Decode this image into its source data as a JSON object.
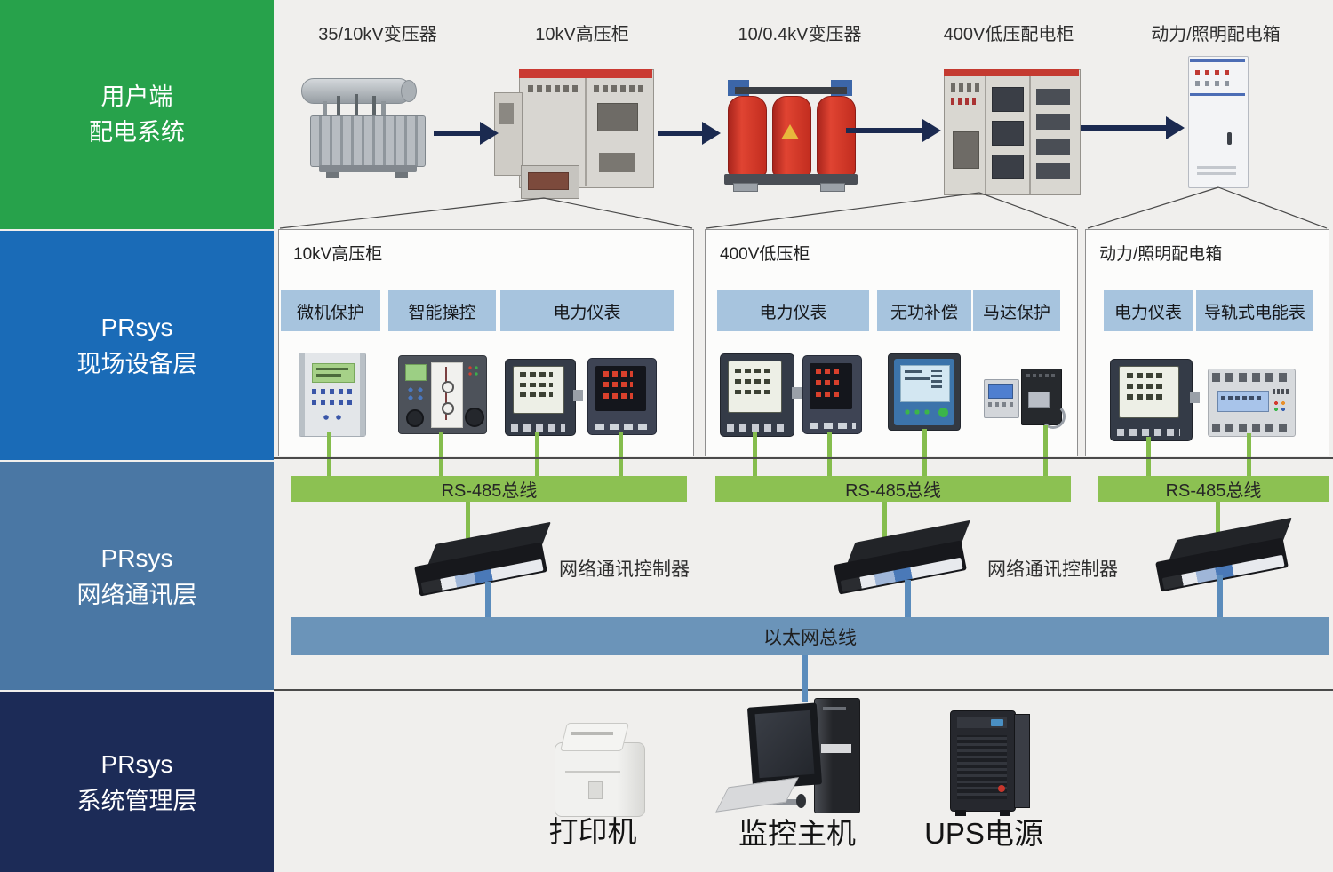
{
  "sidebar": {
    "layers": [
      {
        "line1": "用户端",
        "line2": "配电系统",
        "color": "#27a24b"
      },
      {
        "line1": "PRsys",
        "line2": "现场设备层",
        "color": "#1a6bb7"
      },
      {
        "line1": "PRsys",
        "line2": "网络通讯层",
        "color": "#4a77a4"
      },
      {
        "line1": "PRsys",
        "line2": "系统管理层",
        "color": "#1c2b57"
      }
    ]
  },
  "chain": {
    "items": [
      {
        "label": "35/10kV变压器",
        "image": "oil-transformer-image"
      },
      {
        "label": "10kV高压柜",
        "image": "hv-switchgear-image"
      },
      {
        "label": "10/0.4kV变压器",
        "image": "dry-transformer-image"
      },
      {
        "label": "400V低压配电柜",
        "image": "lv-switchgear-image"
      },
      {
        "label": "动力/照明配电箱",
        "image": "lighting-distribution-box-image"
      }
    ]
  },
  "field": {
    "groups": [
      {
        "title": "10kV高压柜",
        "chips": [
          "微机保护",
          "智能操控",
          "电力仪表"
        ],
        "device_images": [
          "relay-protection-image",
          "smart-control-image",
          "power-meter-lcd-image",
          "power-meter-led-image"
        ]
      },
      {
        "title": "400V低压柜",
        "chips": [
          "电力仪表",
          "无功补偿",
          "马达保护"
        ],
        "device_images": [
          "power-meter-lcd-image",
          "power-meter-led-image",
          "reactive-compensation-image",
          "motor-protection-image"
        ]
      },
      {
        "title": "动力/照明配电箱",
        "chips": [
          "电力仪表",
          "导轨式电能表"
        ],
        "device_images": [
          "power-meter-lcd-image",
          "din-rail-energy-meter-image"
        ]
      }
    ]
  },
  "net": {
    "rs485_label": "RS-485总线",
    "controller_label": "网络通讯控制器",
    "controller_image": "network-controller-image",
    "ethernet_label": "以太网总线"
  },
  "mgmt": {
    "devices": [
      {
        "label": "打印机",
        "image": "printer-image"
      },
      {
        "label": "监控主机",
        "image": "workstation-image"
      },
      {
        "label": "UPS电源",
        "image": "ups-image"
      }
    ]
  },
  "colors": {
    "layer_user": "#27a24b",
    "layer_field": "#1a6bb7",
    "layer_network": "#4a77a4",
    "layer_management": "#1c2b57",
    "rs485_bus": "#8cc152",
    "ethernet_bus": "#6b94b9",
    "module_chip": "#a7c4de",
    "flow_arrow": "#1b2a50"
  }
}
